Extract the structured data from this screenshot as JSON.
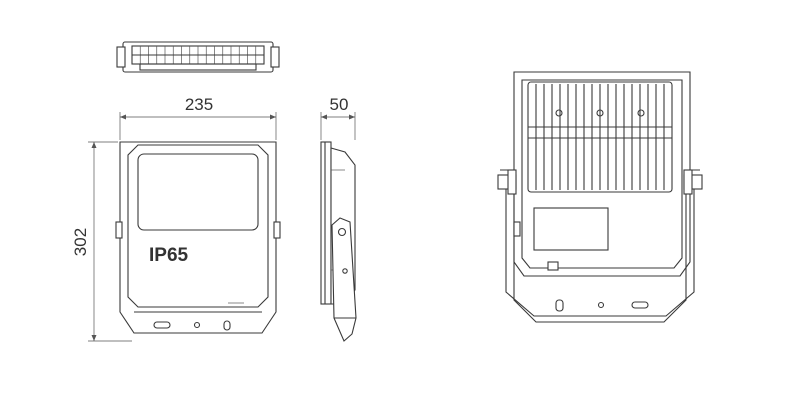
{
  "dimensions": {
    "width": "235",
    "depth": "50",
    "height": "302"
  },
  "rating_label": "IP65"
}
